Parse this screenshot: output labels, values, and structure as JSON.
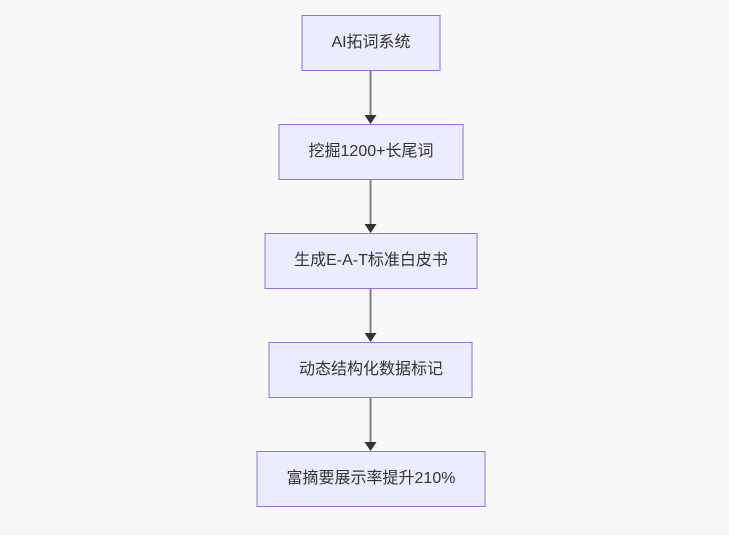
{
  "diagram": {
    "type": "flowchart",
    "direction": "top-down",
    "nodes": [
      {
        "id": "step1",
        "label": "AI拓词系统"
      },
      {
        "id": "step2",
        "label": "挖掘1200+长尾词"
      },
      {
        "id": "step3",
        "label": "生成E-A-T标准白皮书"
      },
      {
        "id": "step4",
        "label": "动态结构化数据标记"
      },
      {
        "id": "step5",
        "label": "富摘要展示率提升210%"
      }
    ],
    "edges": [
      {
        "from": "step1",
        "to": "step2"
      },
      {
        "from": "step2",
        "to": "step3"
      },
      {
        "from": "step3",
        "to": "step4"
      },
      {
        "from": "step4",
        "to": "step5"
      }
    ],
    "colors": {
      "background": "#f8f8f8",
      "node_fill": "#ececff",
      "node_border": "#9370db",
      "node_text": "#333333",
      "edge_line": "#808080",
      "edge_arrowhead": "#333333"
    }
  }
}
